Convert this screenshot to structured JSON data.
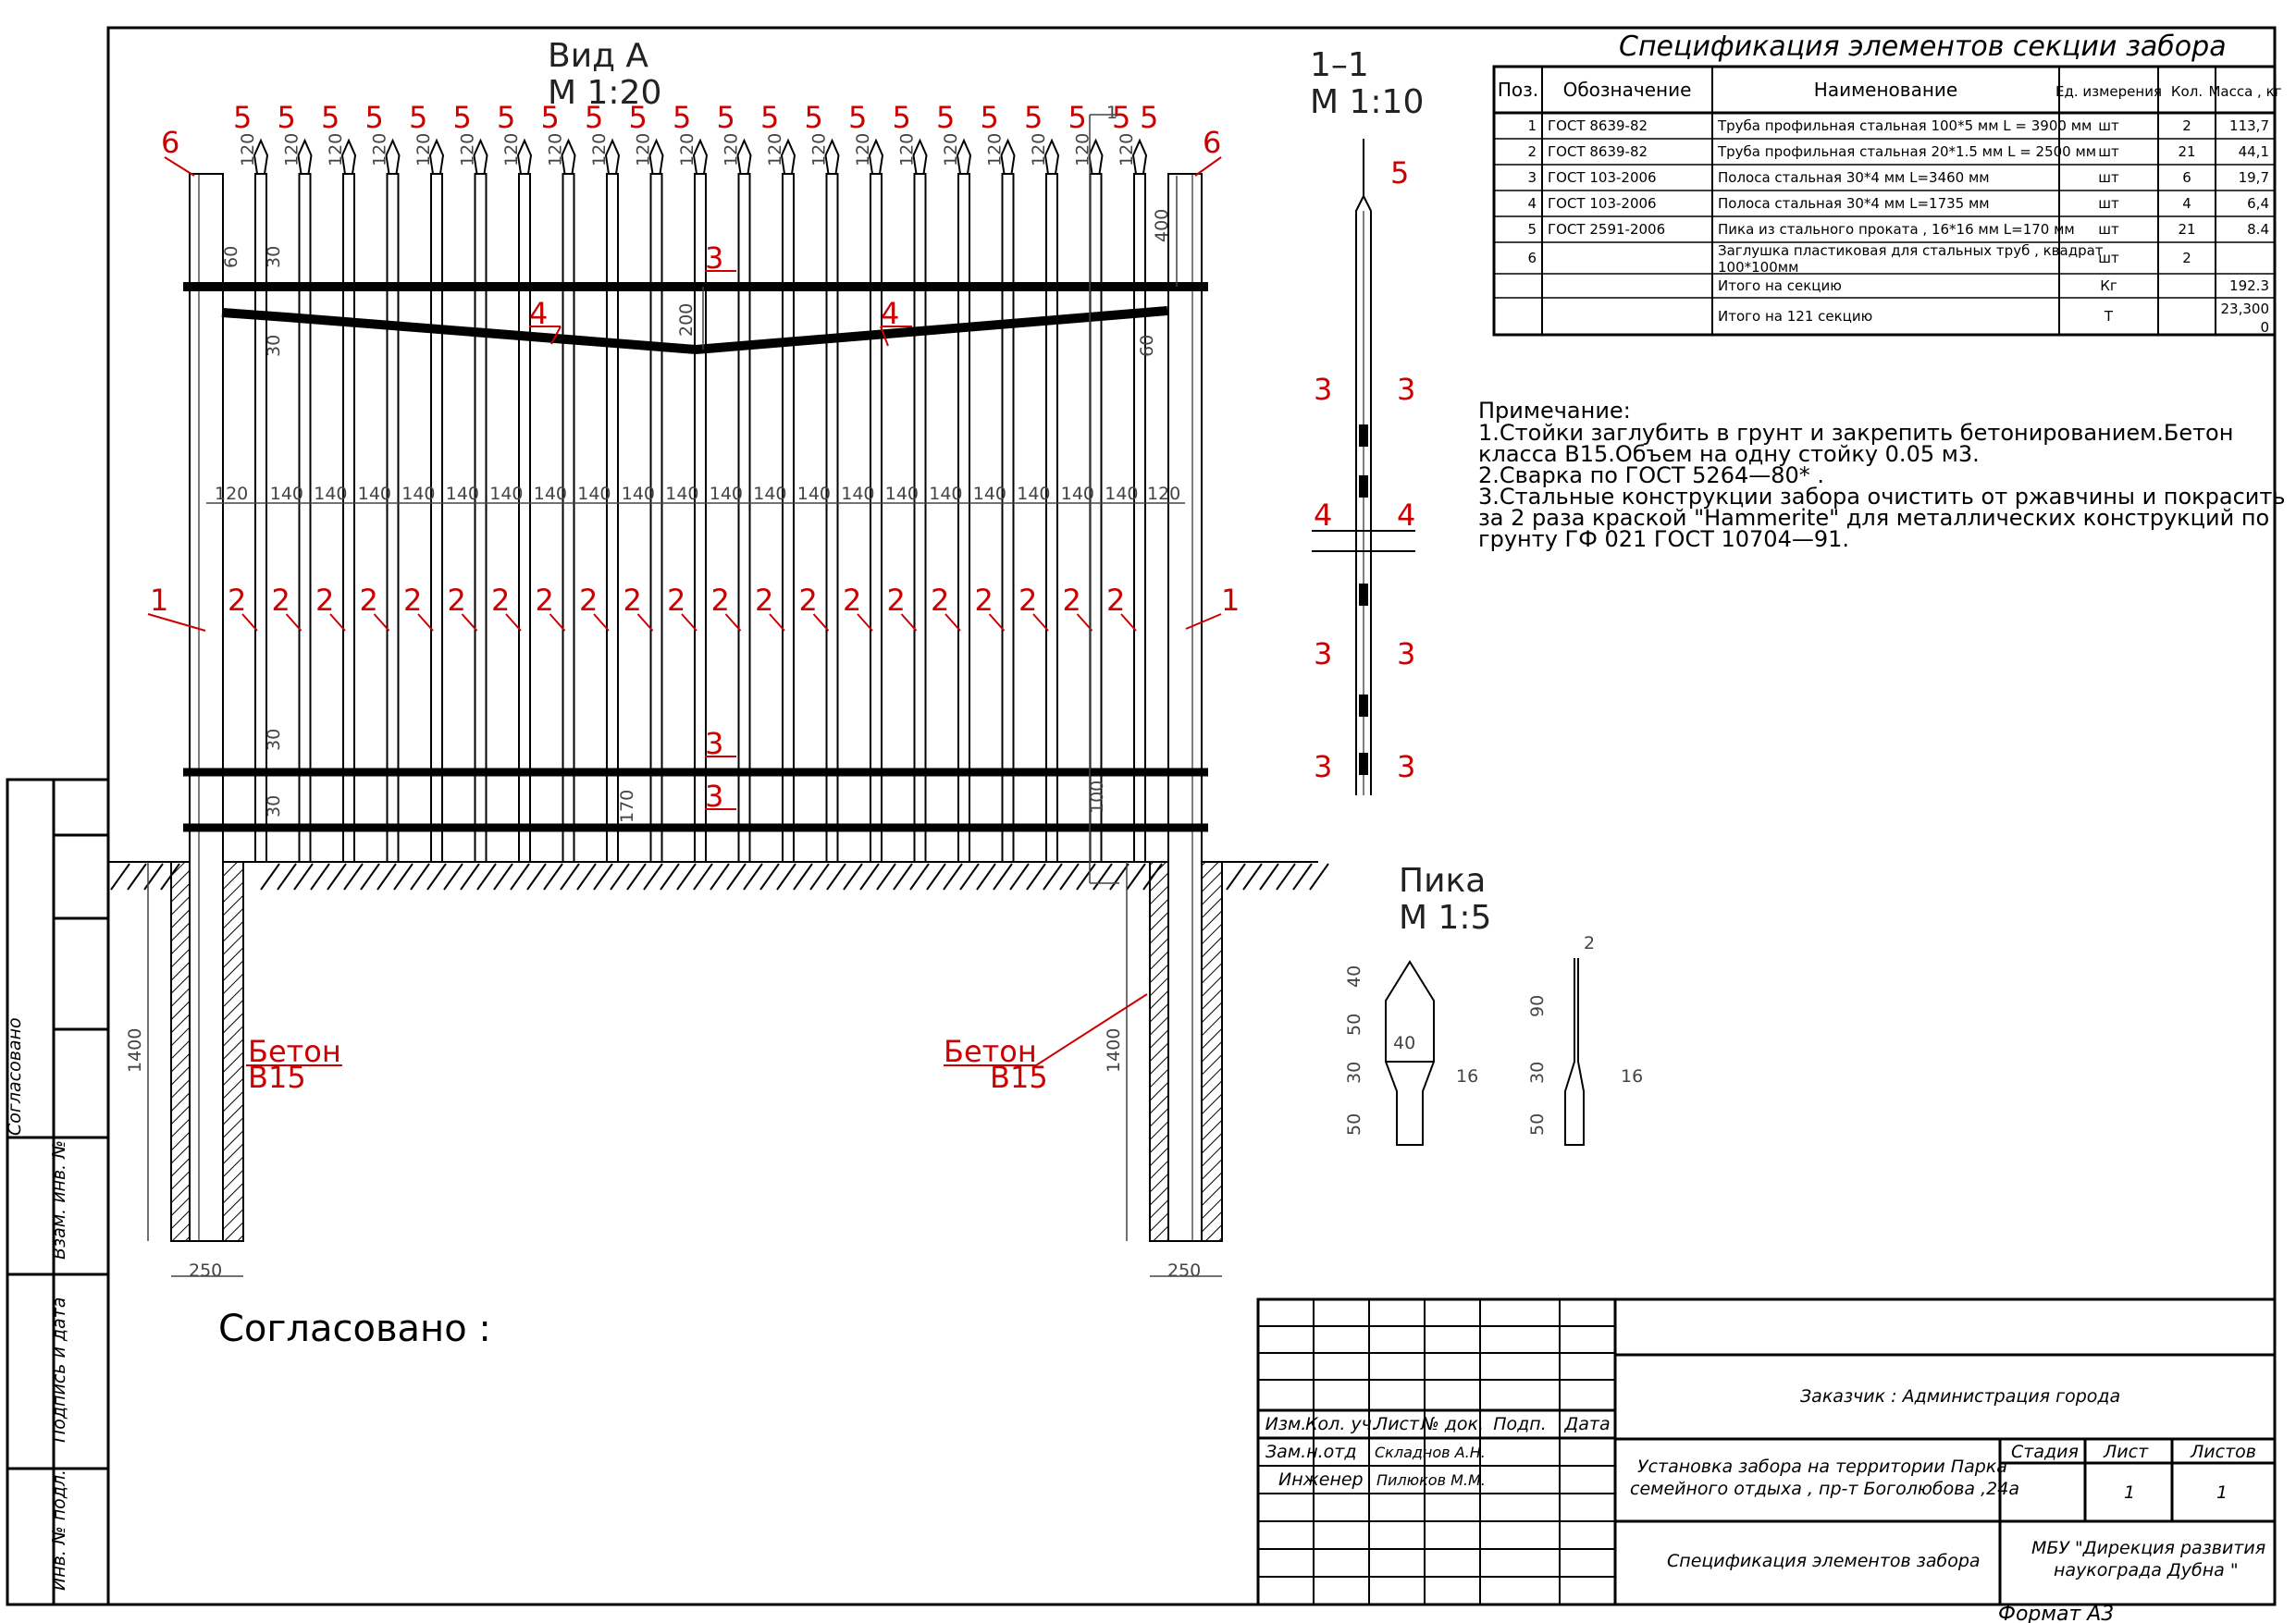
{
  "view_a": {
    "title": "Вид А",
    "scale": "М 1:20"
  },
  "section_view": {
    "title": "1–1",
    "scale": "М 1:10"
  },
  "pike_view": {
    "title": "Пика",
    "scale": "М 1:5"
  },
  "spec": {
    "title": "Спецификация элементов секции забора",
    "headers": [
      "Поз.",
      "Обозначение",
      "Наименование",
      "Ед. измерения",
      "Кол.",
      "Масса , кг"
    ],
    "rows": [
      {
        "pos": "1",
        "code": "ГОСТ 8639-82",
        "name": "Труба профильная стальная  100*5  мм L = 3900 мм",
        "unit": "шт",
        "qty": "2",
        "mass": "113,7"
      },
      {
        "pos": "2",
        "code": "ГОСТ 8639-82",
        "name": "Труба профильная стальная  20*1.5 мм L = 2500 мм",
        "unit": "шт",
        "qty": "21",
        "mass": "44,1"
      },
      {
        "pos": "3",
        "code": "ГОСТ 103-2006",
        "name": "Полоса стальная 30*4 мм L=3460 мм",
        "unit": "шт",
        "qty": "6",
        "mass": "19,7"
      },
      {
        "pos": "4",
        "code": "ГОСТ 103-2006",
        "name": "Полоса стальная 30*4 мм L=1735 мм",
        "unit": "шт",
        "qty": "4",
        "mass": "6,4"
      },
      {
        "pos": "5",
        "code": "ГОСТ 2591-2006",
        "name": "Пика из стального проката , 16*16 мм L=170 мм",
        "unit": "шт",
        "qty": "21",
        "mass": "8.4"
      },
      {
        "pos": "6",
        "code": "",
        "name": "Заглушка пластиковая для стальных труб , квадрат 100*100мм",
        "unit": "шт",
        "qty": "2",
        "mass": ""
      },
      {
        "pos": "",
        "code": "",
        "name": "Итого на секцию",
        "unit": "Кг",
        "qty": "",
        "mass": "192.3"
      },
      {
        "pos": "",
        "code": "",
        "name": "Итого на  121 секцию",
        "unit": "Т",
        "qty": "",
        "mass": "23,300 0"
      }
    ]
  },
  "notes": {
    "heading": "Примечание:",
    "lines": [
      "1.Стойки заглубить в грунт и закрепить бетонированием.Бетон",
      "класса В15.Объем на одну стойку 0.05 м3.",
      "2.Сварка  по  ГОСТ  5264—80* .",
      "3.Стальные  конструкции  забора  очистить  от  ржавчины  и  покрасить",
      "за 2  раза  краской  \"Hammerite\"  для  металлических  конструкций  по",
      "грунту  ГФ  021  ГОСТ  10704—91."
    ]
  },
  "labels": {
    "concrete1": "Бетон",
    "concrete2": "В15",
    "agreed": "Согласовано :",
    "pos1": "1",
    "pos2": "2",
    "pos3": "3",
    "pos4": "4",
    "pos5": "5",
    "pos6": "6"
  },
  "dims": {
    "d120": "120",
    "d140": "140",
    "d60": "60",
    "d30": "30",
    "d200": "200",
    "d400": "400",
    "d170": "170",
    "d100": "100",
    "d1400": "1400",
    "d250": "250",
    "p40": "40",
    "p50": "50",
    "p30": "30",
    "p16": "16",
    "p90": "90",
    "p2": "2",
    "cut": "1"
  },
  "side_stamp": {
    "agreed": "Согласовано",
    "replace_no": "Взам. инв. №",
    "sign_date": "Подпись и дата",
    "inv_no": "Инв. № подл."
  },
  "title_block": {
    "col_headers": [
      "Изм.",
      "Кол. уч.",
      "Лист",
      "№ док.",
      "Подп.",
      "Дата"
    ],
    "role1": "Зам.н.отд",
    "name1": "Складнов А.Н.",
    "role2": "Инженер",
    "name2": "Пилюков М.М.",
    "customer": "Заказчик : Администрация города",
    "project_l1": "Установка забора на территории Парка",
    "project_l2": "семейного отдыха , пр-т Боголюбова ,24а",
    "stage_h": "Стадия",
    "sheet_h": "Лист",
    "sheets_h": "Листов",
    "sheet": "1",
    "sheets": "1",
    "doc_name": "Спецификация элементов забора",
    "org_l1": "МБУ \"Дирекция развития",
    "org_l2": "наукограда Дубна \"",
    "format": "Формат А3"
  },
  "colors": {
    "callout": "#cc0000",
    "line": "#000000",
    "dim": "#444444"
  }
}
